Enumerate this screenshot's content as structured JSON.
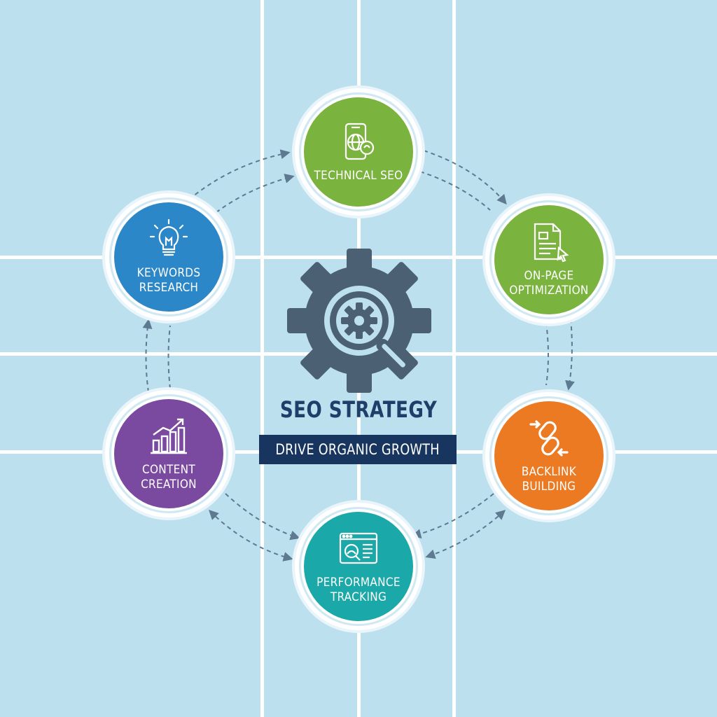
{
  "center": {
    "title": "SEO STRATEGY",
    "subtitle": "DRIVE ORGANIC GROWTH",
    "icon": "gear-magnifier-icon"
  },
  "colors": {
    "background": "#bde0ee",
    "gridline": "#ffffff",
    "title": "#1f3f6a",
    "banner": "#17355f",
    "green": "#7ab33e",
    "blue": "#2b87c8",
    "purple": "#7a4aa0",
    "orange": "#ec7a23",
    "teal": "#1ba8a8",
    "arrow": "#5d7a90"
  },
  "nodes": [
    {
      "id": "technical-seo",
      "label": "TECHNICAL SEO",
      "color": "#7ab33e",
      "icon": "mobile-globe-icon"
    },
    {
      "id": "on-page-optimization",
      "label": "ON-PAGE\nOPTIMIZATION",
      "color": "#7ab33e",
      "icon": "document-cursor-icon"
    },
    {
      "id": "backlink-building",
      "label": "BACKLINK\nBUILDING",
      "color": "#ec7a23",
      "icon": "chain-link-icon"
    },
    {
      "id": "performance-tracking",
      "label": "PERFORMANCE\nTRACKING",
      "color": "#1ba8a8",
      "icon": "browser-analytics-icon"
    },
    {
      "id": "content-creation",
      "label": "CONTENT\nCREATION",
      "color": "#7a4aa0",
      "icon": "bar-chart-icon"
    },
    {
      "id": "keywords-research",
      "label": "KEYWORDS\nRESEARCH",
      "color": "#2b87c8",
      "icon": "lightbulb-icon"
    }
  ]
}
